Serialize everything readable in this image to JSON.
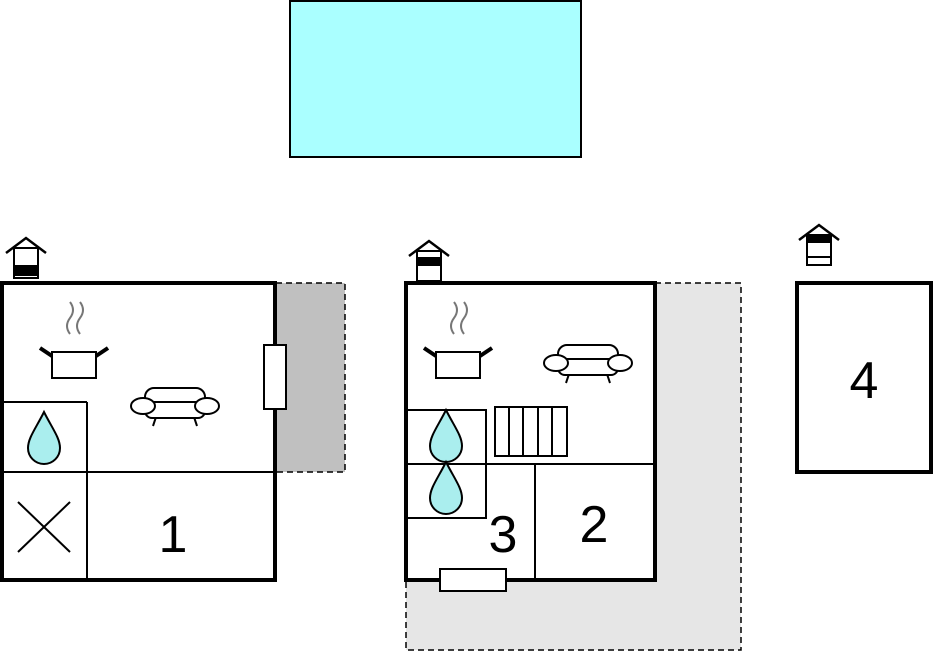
{
  "colors": {
    "pool": "#aaffff",
    "terrace_dark": "#c0c0c0",
    "terrace_light": "#e6e6e6",
    "water_drop": "#aaeeee",
    "line": "#000000"
  },
  "icons": [
    "pool",
    "house-entrance-icon",
    "kitchen-pot-icon",
    "sofa-icon",
    "water-drop-icon",
    "stairs-icon",
    "door-icon"
  ],
  "rooms": {
    "room_1": "1",
    "room_2": "2",
    "room_3": "3",
    "room_4": "4"
  }
}
